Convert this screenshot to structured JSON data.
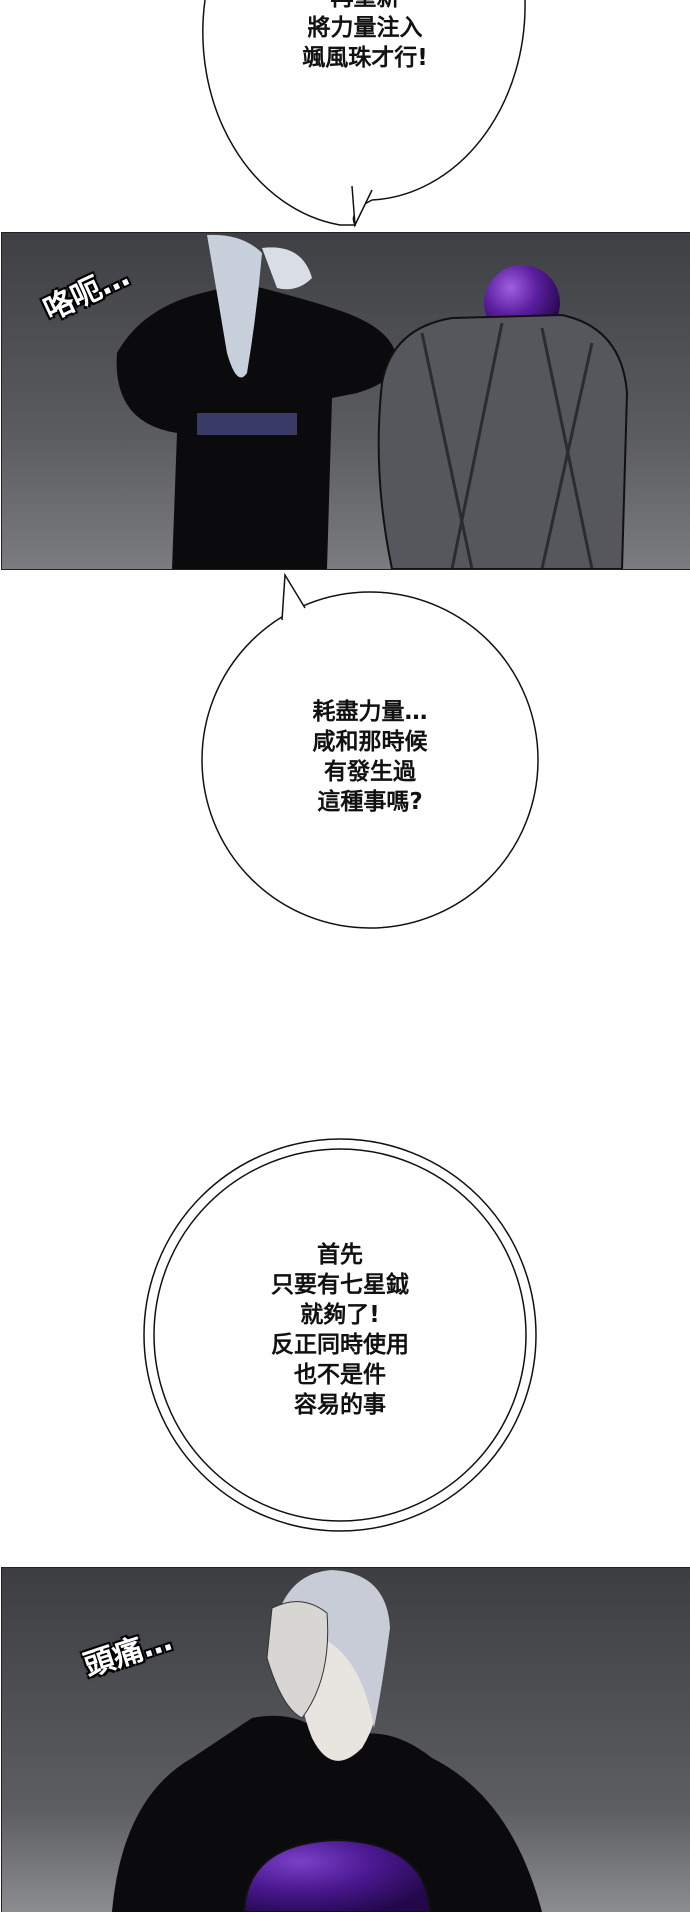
{
  "bubbles": [
    {
      "lines": [
        "再重新",
        "將力量注入",
        "颯風珠才行!"
      ]
    },
    {
      "lines": [
        "耗盡力量…",
        "咸和那時候",
        "有發生過",
        "這種事嗎?"
      ]
    },
    {
      "lines": [
        "首先",
        "只要有七星鉞",
        "就夠了!",
        "反正同時使用",
        "也不是件",
        "容易的事"
      ]
    }
  ],
  "sfx": {
    "panel1": "咯呃…",
    "panel2": "頭痛…"
  },
  "colors": {
    "sky": "#4a4c50",
    "robe": "#0b0b0e",
    "orb": "#5b1fa0",
    "sash": "#3a3a66"
  }
}
